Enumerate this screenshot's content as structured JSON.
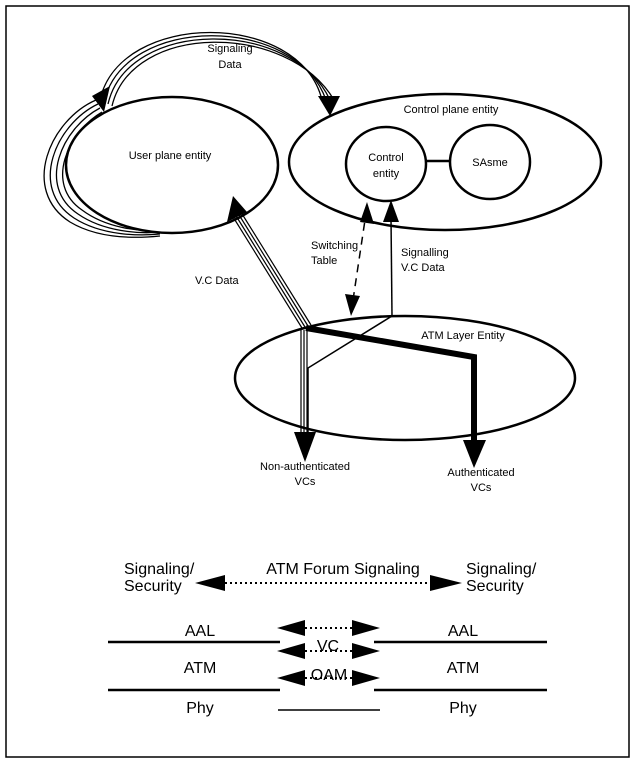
{
  "top_diagram": {
    "signaling_data": [
      "Signaling",
      "Data"
    ],
    "user_plane": "User plane entity",
    "control_plane": "Control plane entity",
    "control_entity": [
      "Control",
      "entity"
    ],
    "sasme": "SAsme",
    "switching_table": [
      "Switching",
      "Table"
    ],
    "signalling_vc_data": [
      "Signalling",
      "V.C Data"
    ],
    "vc_data": "V.C Data",
    "atm_layer": "ATM Layer Entity",
    "non_auth": [
      "Non-authenticated",
      "VCs"
    ],
    "auth": [
      "Authenticated",
      "VCs"
    ]
  },
  "protocol_stack": {
    "left_top": [
      "Signaling/",
      "Security"
    ],
    "right_top": [
      "Signaling/",
      "Security"
    ],
    "forum": "ATM Forum Signaling",
    "left_layers": [
      "AAL",
      "ATM",
      "Phy"
    ],
    "right_layers": [
      "AAL",
      "ATM",
      "Phy"
    ],
    "vc": "VC",
    "oam": "OAM"
  }
}
